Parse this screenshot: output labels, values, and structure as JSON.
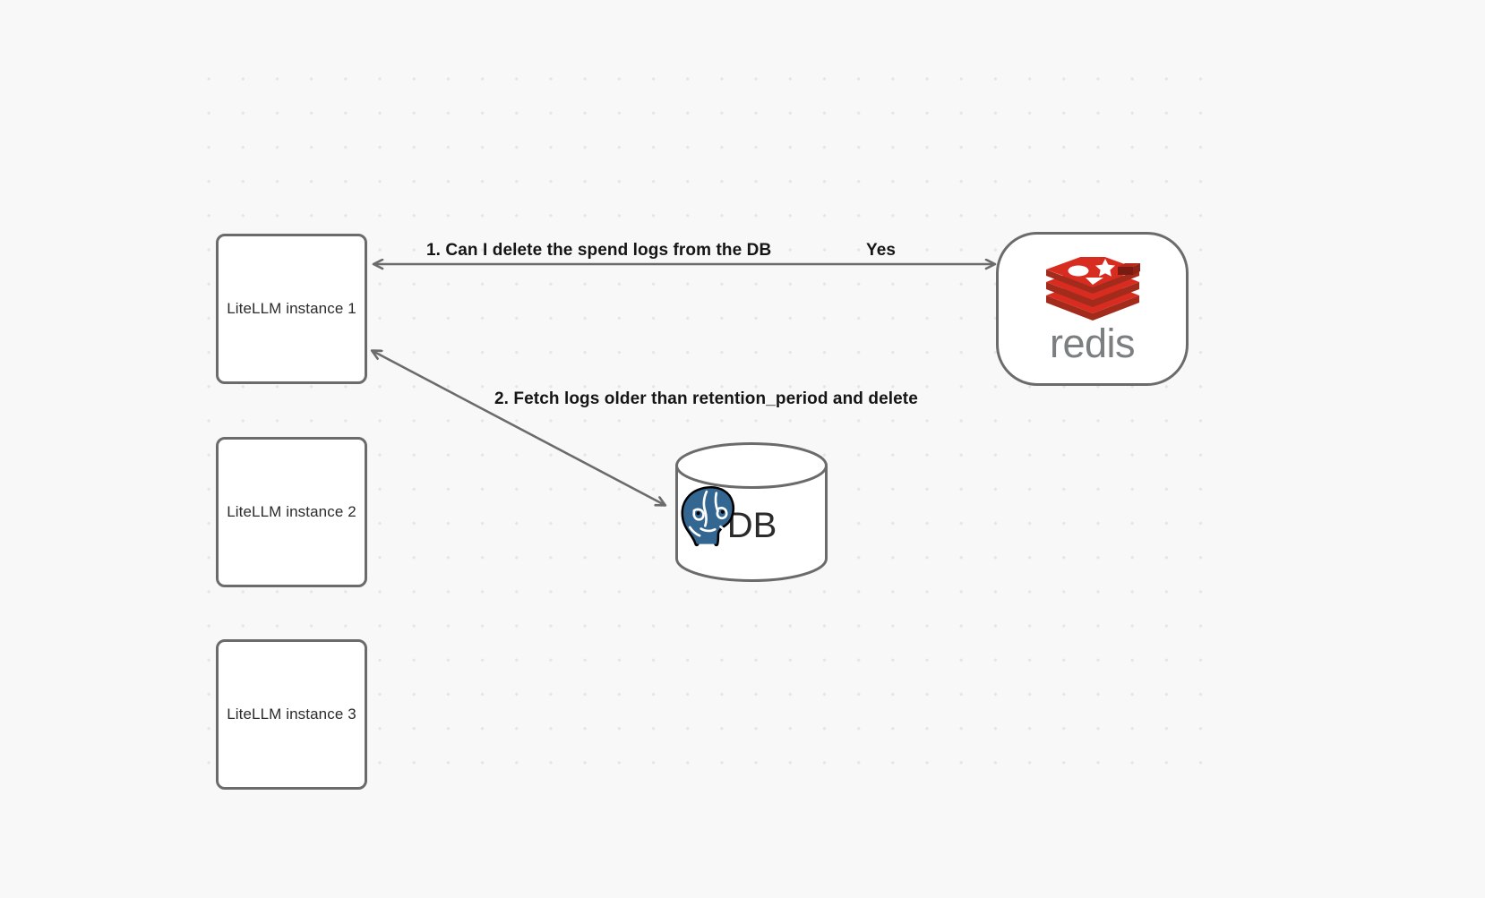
{
  "diagram": {
    "background_color": "#f8f8f8",
    "grid_dot_color": "#e6e6e6",
    "node_border_color": "#6b6b6b",
    "edge_color": "#6b6b6b",
    "label_color": "#151515"
  },
  "nodes": {
    "instances": [
      {
        "id": "litellm-instance-1",
        "label": "LiteLLM instance 1"
      },
      {
        "id": "litellm-instance-2",
        "label": "LiteLLM instance 2"
      },
      {
        "id": "litellm-instance-3",
        "label": "LiteLLM instance 3"
      }
    ],
    "redis": {
      "id": "redis-node",
      "wordmark": "redis",
      "logo_color": "#d82c20",
      "logo_shade": "#a32b1c",
      "wordmark_color": "#7b7f7f",
      "icon": "redis-stack-logo"
    },
    "database": {
      "id": "db-node",
      "label": "DB",
      "icon": "postgresql-elephant-logo",
      "logo_color": "#336791",
      "shape": "cylinder"
    }
  },
  "edges": [
    {
      "id": "edge-redis-to-instance1",
      "label": "1.  Can I delete the spend logs from the DB",
      "from": "litellm-instance-1",
      "to": "redis-node",
      "direction": "bidirectional"
    },
    {
      "id": "edge-redis-reply",
      "label": "Yes",
      "from": "redis-node",
      "to": "litellm-instance-1",
      "direction": "reply"
    },
    {
      "id": "edge-db-to-instance1",
      "label": "2.  Fetch logs older than retention_period and delete",
      "from": "litellm-instance-1",
      "to": "db-node",
      "direction": "bidirectional"
    }
  ]
}
